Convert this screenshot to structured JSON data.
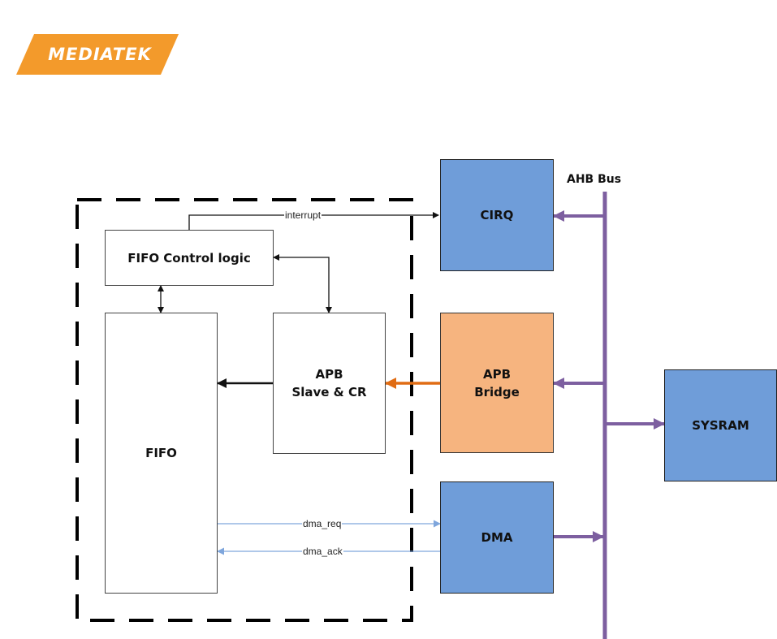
{
  "logo": {
    "text": "MEDIATEK",
    "color": "#f39a2b"
  },
  "diagram": {
    "blocks": {
      "fifo_control": {
        "label": "FIFO Control logic"
      },
      "fifo": {
        "label": "FIFO"
      },
      "apb_slave": {
        "label": "APB\nSlave & CR"
      },
      "cirq": {
        "label": "CIRQ"
      },
      "apb_bridge": {
        "label": "APB\nBridge"
      },
      "dma": {
        "label": "DMA"
      },
      "sysram": {
        "label": "SYSRAM"
      }
    },
    "bus": {
      "label": "AHB Bus"
    },
    "signals": {
      "interrupt": "interrupt",
      "dma_req": "dma_req",
      "dma_ack": "dma_ack"
    },
    "colors": {
      "peripheral_blue": "#6f9dd9",
      "bridge_orange": "#f6b47f",
      "apb_arrow": "#e06c13",
      "bus_purple": "#7d5fa0",
      "dma_signal": "#7fa6dc"
    }
  }
}
